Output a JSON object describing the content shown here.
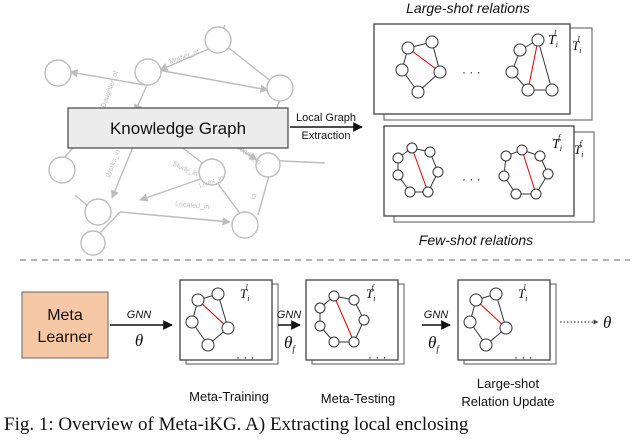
{
  "kg_section": {
    "box_label": "Knowledge Graph",
    "arrow_label_line1": "Local Graph",
    "arrow_label_line2": "Extraction",
    "edge_labels": [
      "Mother_of",
      "Daughter_of",
      "Works_in",
      "Study_in",
      "Lives_in",
      "Located_in",
      "Leads_to",
      "Ia"
    ]
  },
  "large_shot": {
    "title": "Large-shot relations",
    "task_label_front": "T",
    "task_sub": "i",
    "task_sup": "l",
    "dots": "· · ·"
  },
  "few_shot": {
    "title": "Few-shot relations",
    "task_label_front": "T",
    "task_sub": "i",
    "task_sup": "f",
    "dots": "· · ·"
  },
  "pipeline": {
    "meta_learner_line1": "Meta",
    "meta_learner_line2": "Learner",
    "meta_learner_color": "#f7c8a6",
    "gnn_label": "GNN",
    "theta": "θ",
    "theta_prime_sub": "f",
    "theta_f_sub": "f",
    "stages": [
      {
        "label_line1": "Meta-Training",
        "label_line2": "",
        "task_sup": "l"
      },
      {
        "label_line1": "Meta-Testing",
        "label_line2": "",
        "task_sup": "f"
      },
      {
        "label_line1": "Large-shot",
        "label_line2": "Relation Update",
        "task_sup": "l"
      }
    ],
    "output_theta": "θ"
  },
  "caption": {
    "text": "Fig. 1:  Overview of Meta-iKG. A) Extracting local enclosing"
  },
  "colors": {
    "kg_gray": "#b8b8b8",
    "kg_box_fill": "#ececec",
    "accent_red": "#e00000",
    "divider": "#9a9a9a"
  }
}
